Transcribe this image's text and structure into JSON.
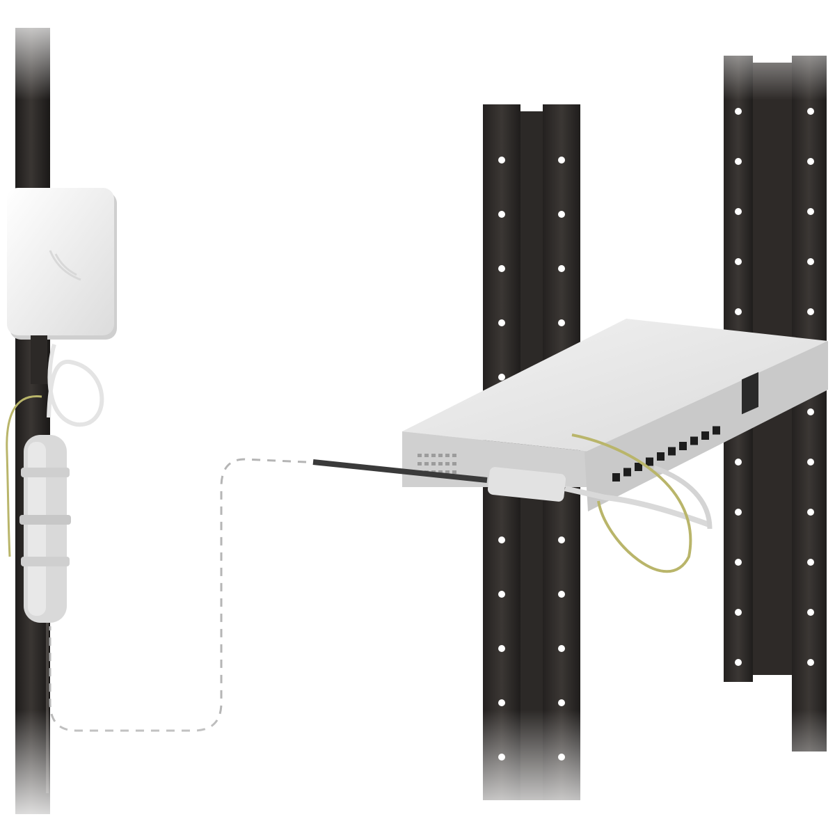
{
  "scene": {
    "description_kind": "product-illustration",
    "elements": {
      "pole": "vertical-mounting-pole",
      "antenna": "flat-panel-antenna",
      "enclosure": "outdoor-cable-enclosure",
      "rack": "server-rack-rails",
      "switch": "rack-mounted-network-switch",
      "injector": "poe-injector",
      "cable_path": "dashed-cable-route"
    },
    "colors": {
      "background": "#ffffff",
      "metal_dark": "#2b2826",
      "device_white": "#eeeeee",
      "device_shadow": "#c9c9c9",
      "ground_wire": "#b9b56a",
      "dashed_line": "#b5b5b5",
      "port_black": "#1d1d1d"
    }
  }
}
